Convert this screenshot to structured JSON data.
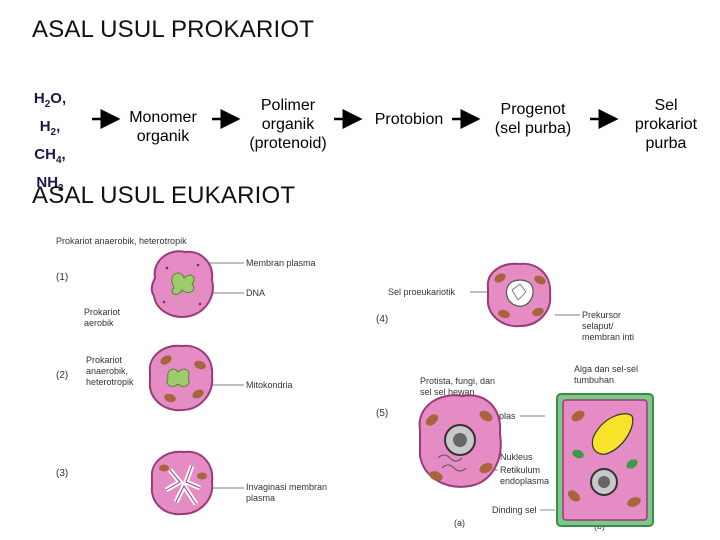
{
  "prokaryote": {
    "title": "ASAL USUL PROKARIOT",
    "start": {
      "h2o": "H",
      "h2o_sub": "2",
      "h2o_tail": "O,",
      "h2": "H",
      "h2_sub": "2",
      "h2_tail": ",",
      "ch4": "CH",
      "ch4_sub": "4",
      "ch4_tail": ",",
      "nh3": "NH",
      "nh3_sub": "3"
    },
    "steps": [
      {
        "line1": "Monomer",
        "line2": "organik"
      },
      {
        "line1": "Polimer",
        "line2": "organik",
        "line3": "(protenoid)"
      },
      {
        "line1": "Protobion"
      },
      {
        "line1": "Progenot",
        "line2": "(sel purba)"
      },
      {
        "line1": "Sel",
        "line2": "prokariot",
        "line3": "purba"
      }
    ]
  },
  "eukaryote": {
    "title": "ASAL USUL EUKARIOT",
    "header": "Prokariot anaerobik, heterotropik",
    "stage_numbers": [
      "(1)",
      "(2)",
      "(3)",
      "(4)",
      "(5)"
    ],
    "labels": {
      "membrane": "Membran plasma",
      "dna": "DNA",
      "prok_aerob_1": "Prokariot",
      "prok_aerob_2": "aerobik",
      "prok_anaer_1": "Prokariot",
      "prok_anaer_2": "anaerobik,",
      "prok_anaer_3": "heterotropik",
      "mito": "Mitokondria",
      "invag_1": "Invaginasi membran",
      "invag_2": "plasma",
      "proeuk": "Sel proeukariotik",
      "prekursor_1": "Prekursor",
      "prekursor_2": "selaput/",
      "prekursor_3": "membran inti",
      "alga_1": "Alga dan sel-sel",
      "alga_2": "tumbuhan",
      "protista_1": "Protista, fungi, dan",
      "protista_2": "sel sel hewan",
      "kloroplas": "Kloroplas",
      "nukleus": "Nukleus",
      "retikulum_1": "Retikulum",
      "retikulum_2": "endoplasma",
      "dinding": "Dinding sel",
      "fig_a": "(a)",
      "fig_b": "(b)"
    }
  },
  "colors": {
    "cell_pink": "#e58cc4",
    "cell_outline": "#9a3a7a",
    "dna_green": "#9ecb6e",
    "mito_brown": "#a8643c",
    "plant_green": "#7ec98a",
    "vacuole_yellow": "#f8e22a",
    "nucleus_gray": "#c8c8c8"
  }
}
